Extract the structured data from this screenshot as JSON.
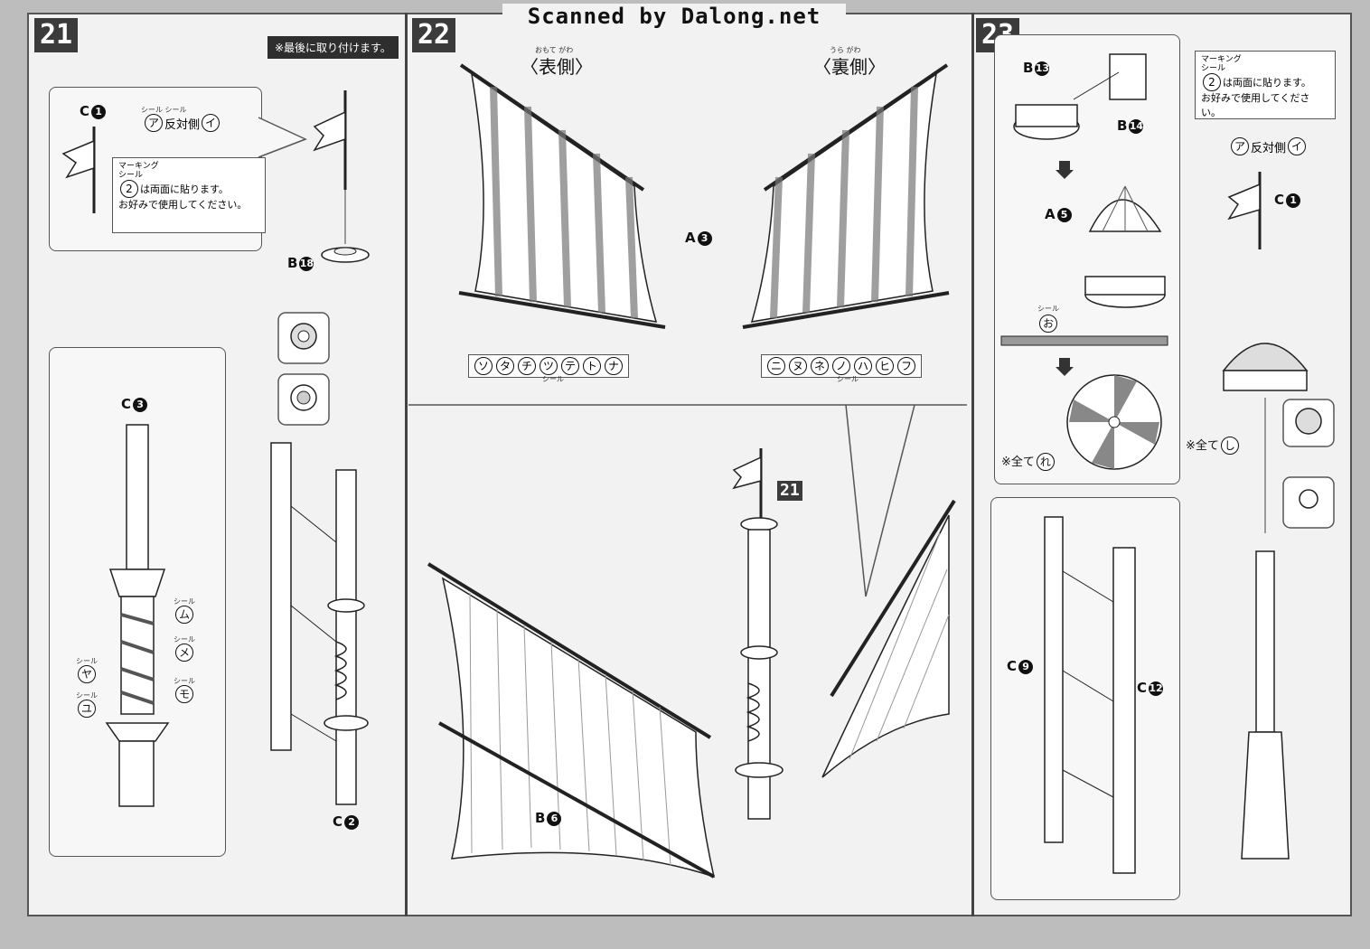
{
  "watermark": "Scanned by Dalong.net",
  "steps": [
    {
      "number": "21"
    },
    {
      "number": "22"
    },
    {
      "number": "23"
    }
  ],
  "step21": {
    "note_attach_last": "※最後に取り付けます。",
    "part_c1": "C",
    "part_c1_num": "1",
    "seal_header": "シール      シール",
    "seal_line": "反対側",
    "seal_a": "ア",
    "seal_i": "イ",
    "marking_header": "マーキング\nシール",
    "marking_2": "2",
    "marking_line1": "は両面に貼ります。",
    "marking_line2": "お好みで使用してください。",
    "part_b18": "B",
    "part_b18_num": "18",
    "part_c3": "C",
    "part_c3_num": "3",
    "seal_label": "シール",
    "seal_mu": "ム",
    "seal_me": "メ",
    "seal_ya": "ヤ",
    "seal_mo": "モ",
    "seal_yu": "ユ",
    "part_c2": "C",
    "part_c2_num": "2"
  },
  "step22": {
    "front_side_ruby": "おもて がわ",
    "front_side": "〈表側〉",
    "back_side_ruby": "うら がわ",
    "back_side": "〈裏側〉",
    "part_a3": "A",
    "part_a3_num": "3",
    "front_seals": [
      "ソ",
      "タ",
      "チ",
      "ツ",
      "テ",
      "ト",
      "ナ"
    ],
    "back_seals": [
      "ニ",
      "ヌ",
      "ネ",
      "ノ",
      "ハ",
      "ヒ",
      "フ"
    ],
    "seal_label": "シール",
    "ref_21": "21",
    "part_b6": "B",
    "part_b6_num": "6"
  },
  "step23": {
    "part_b13": "B",
    "part_b13_num": "13",
    "part_b14": "B",
    "part_b14_num": "14",
    "part_a5": "A",
    "part_a5_num": "5",
    "seal_o_label": "シール",
    "seal_o": "お",
    "all_re_prefix": "※全て",
    "all_re": "れ",
    "all_shi_prefix": "※全て",
    "all_shi": "し",
    "marking_header": "マーキング\nシール",
    "marking_2": "2",
    "marking_line1": "は両面に貼ります。",
    "marking_line2": "お好みで使用してください。",
    "seal_line": "反対側",
    "seal_a": "ア",
    "seal_i": "イ",
    "part_c1": "C",
    "part_c1_num": "1",
    "part_c9": "C",
    "part_c9_num": "9",
    "part_c12": "C",
    "part_c12_num": "12"
  }
}
